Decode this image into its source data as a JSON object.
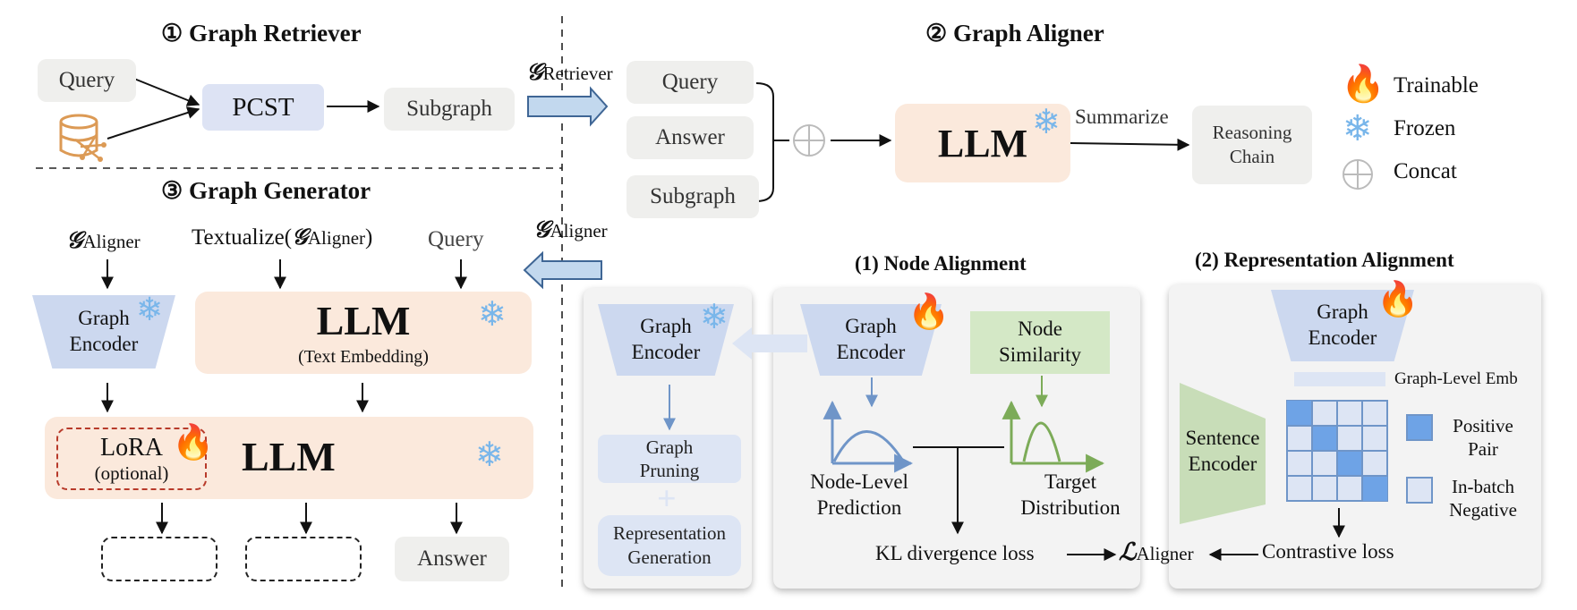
{
  "sections": {
    "retriever": "① Graph Retriever",
    "aligner": "② Graph Aligner",
    "generator": "③ Graph Generator",
    "node_alignment": "(1) Node Alignment",
    "representation_alignment": "(2) Representation Alignment"
  },
  "retriever": {
    "query": "Query",
    "pcst": "PCST",
    "subgraph": "Subgraph"
  },
  "arrow_labels": {
    "g_symbol": "𝒢",
    "retriever_sub": "Retriever",
    "aligner_sub": "Aligner"
  },
  "aligner": {
    "inputs": [
      "Query",
      "Answer",
      "Subgraph"
    ],
    "llm": "LLM",
    "summarize": "Summarize",
    "reasoning_chain": [
      "Reasoning",
      "Chain"
    ]
  },
  "legend": {
    "trainable": "Trainable",
    "frozen": "Frozen",
    "concat": "Concat"
  },
  "generator": {
    "g_aligner_sub": "Aligner",
    "textualize_prefix": "Textualize(",
    "textualize_suffix": ")",
    "query": "Query",
    "graph_encoder": [
      "Graph",
      "Encoder"
    ],
    "llm_top": "LLM",
    "text_embedding": "(Text Embedding)",
    "lora": "LoRA",
    "lora_optional": "(optional)",
    "llm_bottom": "LLM",
    "answer": "Answer"
  },
  "pruning_panel": {
    "graph_encoder": [
      "Graph",
      "Encoder"
    ],
    "graph_pruning": [
      "Graph",
      "Pruning"
    ],
    "plus": "+",
    "representation_generation": [
      "Representation",
      "Generation"
    ]
  },
  "node_alignment": {
    "graph_encoder": [
      "Graph",
      "Encoder"
    ],
    "node_similarity": [
      "Node",
      "Similarity"
    ],
    "prediction": [
      "Node-Level",
      "Prediction"
    ],
    "target": [
      "Target",
      "Distribution"
    ],
    "kl_loss": "KL divergence loss"
  },
  "loss": {
    "symbol": "ℒ",
    "sub": "Aligner"
  },
  "representation": {
    "graph_encoder": [
      "Graph",
      "Encoder"
    ],
    "graph_level_emb": "Graph-Level Emb",
    "sentence_encoder": [
      "Sentence",
      "Encoder"
    ],
    "positive_pair": [
      "Positive",
      "Pair"
    ],
    "in_batch_negative": [
      "In-batch",
      "Negative"
    ],
    "contrastive_loss": "Contrastive loss"
  },
  "icons": {
    "trainable": "fire-icon",
    "frozen": "snowflake-icon",
    "concat": "concat-circle-icon",
    "database": "database-icon"
  },
  "colors": {
    "peach": "#fbe9dc",
    "encoder_blue": "#ccd8ef",
    "green": "#d4e8c6",
    "arrow_fill": "#c2d8ee",
    "red_dash": "#b83a2a",
    "curve_blue": "#6f95c8",
    "curve_green": "#7cab58"
  }
}
